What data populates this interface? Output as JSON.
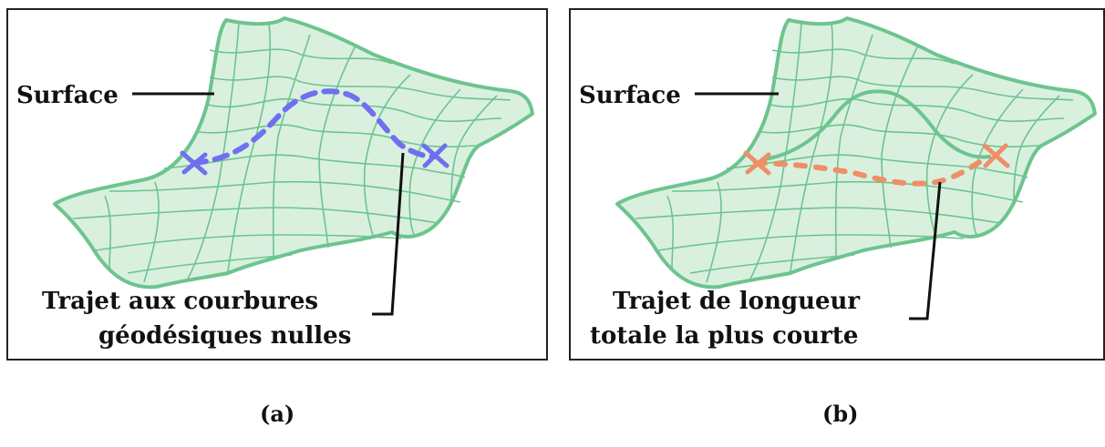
{
  "colors": {
    "surface_fill": "#d9f0df",
    "surface_stroke": "#6dc48e",
    "grid_stroke": "#6dc48e",
    "geodesic_path": "#6f6ff0",
    "shortest_path": "#ef8f66",
    "frame": "#222222",
    "text": "#111111"
  },
  "panel_a": {
    "surface_label": "Surface",
    "path_label_line1": "Trajet aux courbures",
    "path_label_line2": "géodésiques nulles",
    "caption": "(a)"
  },
  "panel_b": {
    "surface_label": "Surface",
    "path_label_line1": "Trajet de longueur",
    "path_label_line2": "totale la plus courte",
    "caption": "(b)"
  }
}
